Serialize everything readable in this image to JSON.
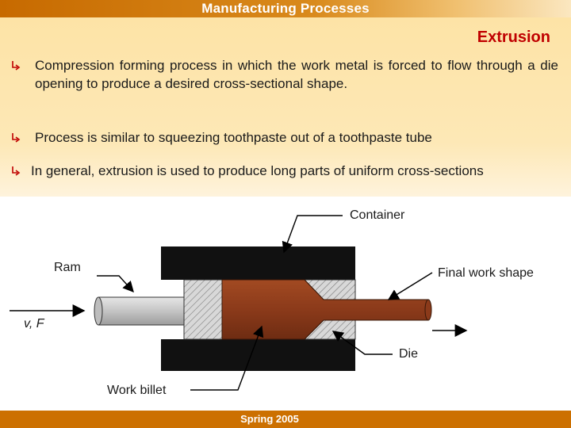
{
  "header": {
    "title": "Manufacturing Processes"
  },
  "slide": {
    "title": "Extrusion"
  },
  "bullets": [
    "Compression forming process in which the work metal is forced to flow through a die opening to produce a desired cross‑sectional shape.",
    "Process is similar to squeezing toothpaste out of a toothpaste tube",
    "In general, extrusion is used to produce long parts of uniform cross-sections"
  ],
  "diagram": {
    "labels": {
      "container": "Container",
      "ram": "Ram",
      "final_work_shape": "Final work shape",
      "velocity_force": "v, F",
      "die": "Die",
      "work_billet": "Work billet"
    }
  },
  "footer": {
    "text": "Spring 2005"
  },
  "colors": {
    "header_orange": "#c76a00",
    "title_red": "#c00000",
    "billet_brown": "#8b3a1a",
    "band_yellow": "#fde3a6"
  },
  "icons": {
    "bullet": "arrow-bullet-icon"
  }
}
